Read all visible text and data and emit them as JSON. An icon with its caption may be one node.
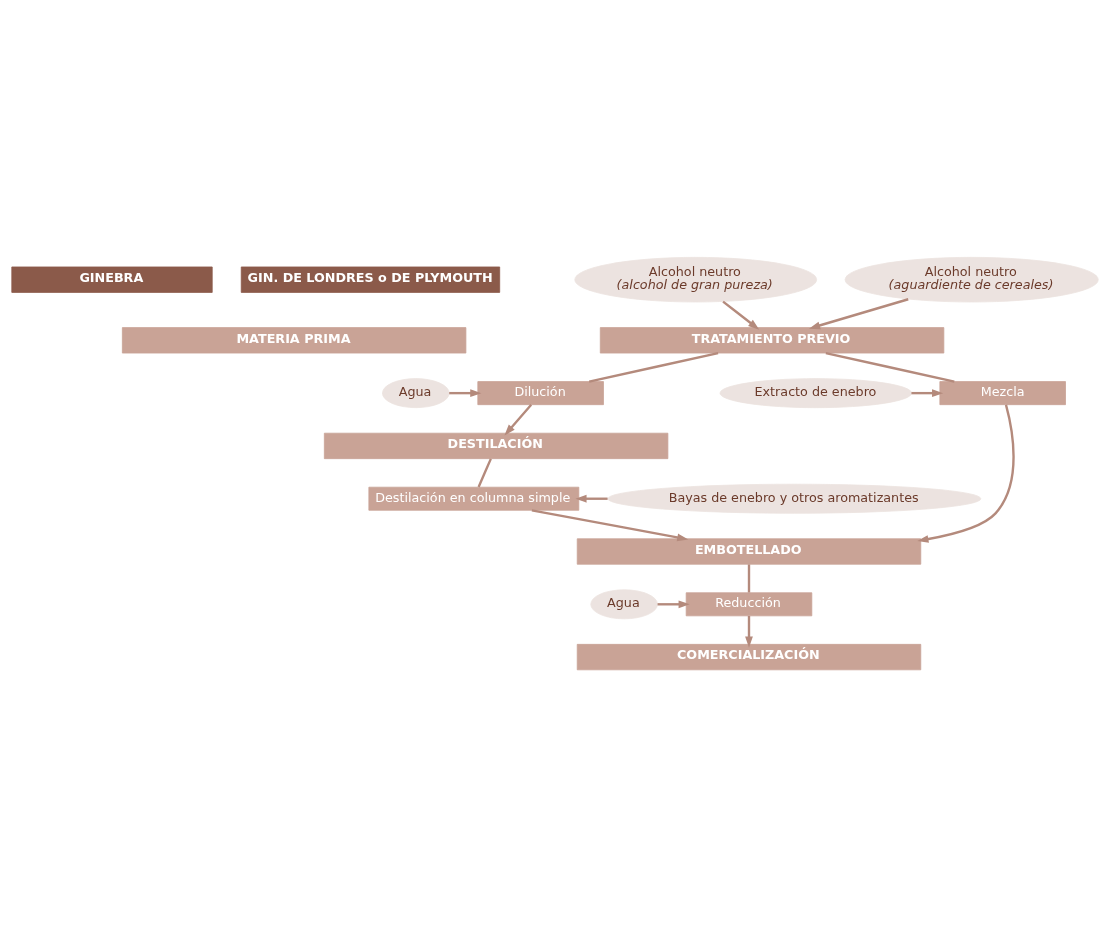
{
  "diagram": {
    "nodes": [
      {
        "text": [
          "GINEBRA"
        ]
      },
      {
        "text": [
          "GIN. DE LONDRES o DE PLYMOUTH"
        ]
      },
      {
        "text": [
          "MATERIA PRIMA"
        ]
      },
      {
        "text": [
          "Alcohol neutro",
          "(alcohol de gran pureza)"
        ]
      },
      {
        "text": [
          "Alcohol neutro",
          "(aguardiente de cereales)"
        ]
      },
      {
        "text": [
          "TRATAMIENTO PREVIO"
        ]
      },
      {
        "text": [
          "Extracto de enebro"
        ]
      },
      {
        "text": [
          "Mezcla"
        ]
      },
      {
        "text": [
          "Agua"
        ]
      },
      {
        "text": [
          "Dilución"
        ]
      },
      {
        "text": [
          "DESTILACIÓN"
        ]
      },
      {
        "text": [
          "Bayas de enebro y otros aromatizantes"
        ]
      },
      {
        "text": [
          "Destilación en columna simple"
        ]
      },
      {
        "text": [
          "EMBOTELLADO"
        ]
      },
      {
        "text": [
          "Agua"
        ]
      },
      {
        "text": [
          "Reducción"
        ]
      },
      {
        "text": [
          "COMERCIALIZACIÓN"
        ]
      }
    ],
    "edges": [
      {
        "from": 3,
        "to": 5,
        "arrow": "to"
      },
      {
        "from": 4,
        "to": 5,
        "arrow": "to"
      },
      {
        "from": 5,
        "to": 7,
        "arrow": "none"
      },
      {
        "from": 6,
        "to": 7,
        "arrow": "to"
      },
      {
        "from": 5,
        "to": 9,
        "arrow": "none"
      },
      {
        "from": 8,
        "to": 9,
        "arrow": "to"
      },
      {
        "from": 9,
        "to": 10,
        "arrow": "to"
      },
      {
        "from": 10,
        "to": 12,
        "arrow": "none"
      },
      {
        "from": 11,
        "to": 12,
        "arrow": "to"
      },
      {
        "from": 7,
        "to": 13,
        "arrow": "to"
      },
      {
        "from": 12,
        "to": 13,
        "arrow": "to"
      },
      {
        "from": 13,
        "to": 15,
        "arrow": "none"
      },
      {
        "from": 14,
        "to": 15,
        "arrow": "to"
      },
      {
        "from": 15,
        "to": 16,
        "arrow": "to"
      }
    ]
  }
}
